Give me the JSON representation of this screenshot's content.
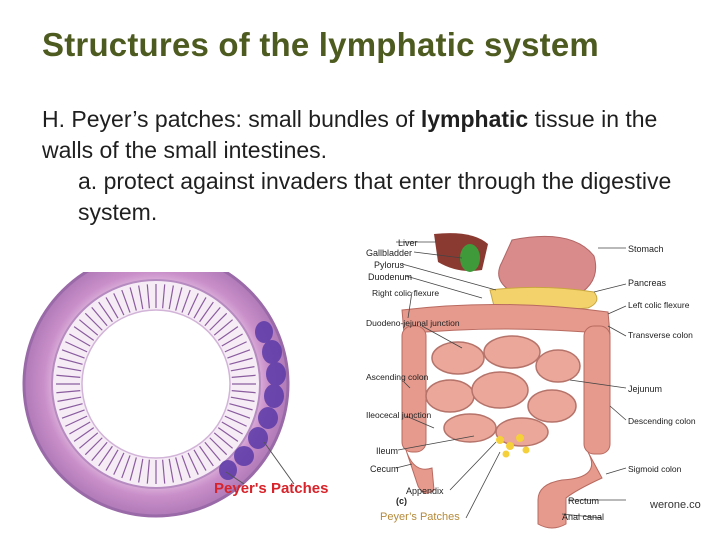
{
  "slide": {
    "title": "Structures of the lymphatic system",
    "body": {
      "lead": "H. Peyer’s patches: small bundles of ",
      "bold": "lymphatic",
      "rest": " tissue in the walls of the small intestines.",
      "sub": "a. protect against invaders that enter through the digestive system."
    }
  },
  "micrograph": {
    "label": "Peyer's Patches",
    "label_color": "#d8232a"
  },
  "digestive_diagram": {
    "labels_left": [
      "Liver",
      "Gallbladder",
      "Pylorus",
      "Duodenum",
      "Right colic flexure",
      "Duodeno-jejunal junction",
      "Ascending colon",
      "Ileocecal junction",
      "Ileum",
      "Cecum",
      "Appendix",
      "(c)"
    ],
    "labels_right": [
      "Stomach",
      "Pancreas",
      "Left colic flexure",
      "Transverse colon",
      "Jejunum",
      "Descending colon",
      "Sigmoid colon",
      "Rectum",
      "Anal canal"
    ],
    "bottom_label": "Peyer’s Patches",
    "watermark": "werone.co"
  }
}
